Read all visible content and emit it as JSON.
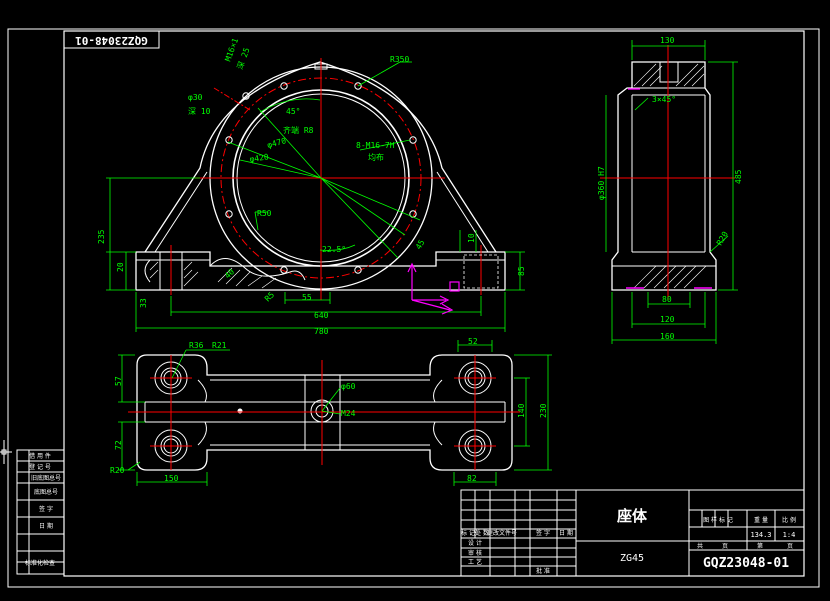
{
  "drawing": {
    "number_box": "GQZ23048-01",
    "part_name": "座体",
    "material": "ZG45",
    "scale_info": "1:4",
    "weight": "134.3",
    "title_number": "GQZ23048-01"
  },
  "front_view": {
    "dims": {
      "m16": "M16×1",
      "deep25": "深 25",
      "dia30": "φ30",
      "deep10": "深 10",
      "r350": "R350",
      "angle45": "45°",
      "r8": "齐端 R8",
      "dia470": "φ470",
      "dia420": "φ420",
      "holes": "8-M16-7H",
      "evenly": "均布",
      "r50": "R50",
      "angle225": "22.5°",
      "r5": "R5",
      "d55": "55",
      "d640": "640",
      "d780": "780",
      "d235": "235",
      "d20": "20",
      "d85": "85",
      "d10": "10",
      "d40": "40",
      "d45b": "45",
      "s3": "33"
    }
  },
  "side_view": {
    "dims": {
      "d130": "130",
      "chamfer": "3×45°",
      "dia360": "φ360 H7",
      "d485": "485",
      "r20": "R20",
      "d80": "80",
      "d120": "120",
      "d160": "160"
    }
  },
  "top_view": {
    "dims": {
      "r36": "R36",
      "r21": "R21",
      "d52": "52",
      "d57": "57",
      "dia60": "φ60",
      "m24": "M24",
      "d140": "140",
      "d230": "230",
      "d72": "72",
      "r20": "R20",
      "d150": "150",
      "d82": "82"
    }
  },
  "left_strip": {
    "rows": [
      "借 用 件",
      "登 记 号",
      "旧底图总号",
      "底图总号",
      "签 字",
      "日 期",
      "标准化检查"
    ]
  },
  "title_block": {
    "cells": [
      "标 记",
      "处 数",
      "更改文件号",
      "签 字",
      "日 期",
      "设 计",
      "审 核",
      "工 艺",
      "批 准",
      "图 样 标 记",
      "重 量",
      "比 例",
      "共",
      "页",
      "第",
      "页"
    ]
  }
}
